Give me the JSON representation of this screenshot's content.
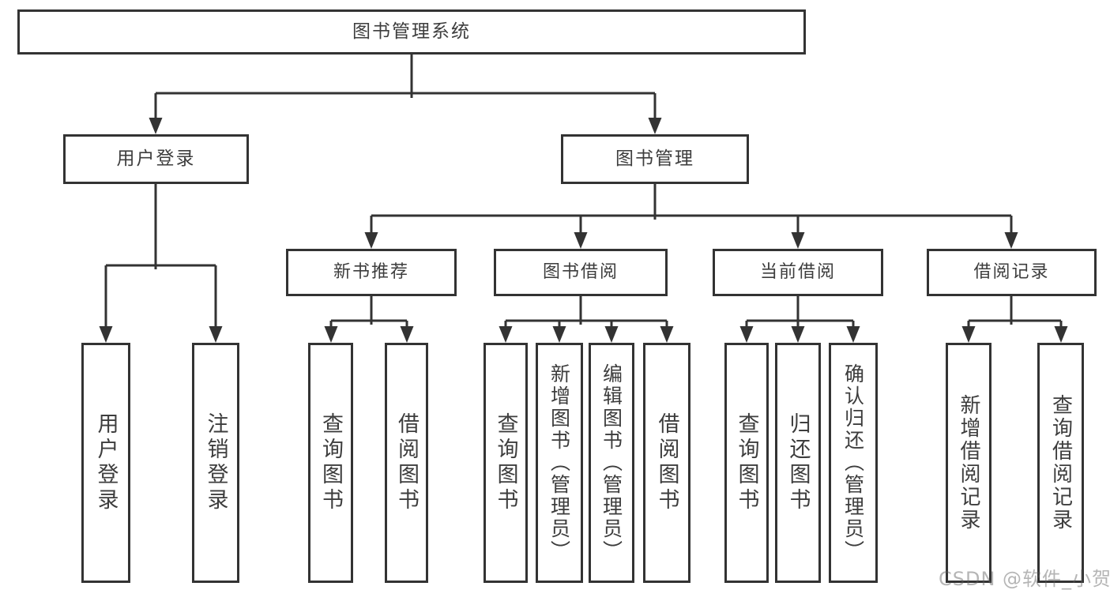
{
  "tree": {
    "root": "图书管理系统",
    "user_login_branch": {
      "label": "用户登录",
      "children": [
        "用户登录",
        "注销登录"
      ]
    },
    "book_mgmt_branch": {
      "label": "图书管理",
      "groups": [
        {
          "label": "新书推荐",
          "children": [
            "查询图书",
            "借阅图书"
          ]
        },
        {
          "label": "图书借阅",
          "children": [
            "查询图书",
            "新增图书（管理员）",
            "编辑图书（管理员）",
            "借阅图书"
          ]
        },
        {
          "label": "当前借阅",
          "children": [
            "查询图书",
            "归还图书",
            "确认归还（管理员）"
          ]
        },
        {
          "label": "借阅记录",
          "children": [
            "新增借阅记录",
            "查询借阅记录"
          ]
        }
      ]
    }
  },
  "watermark": "CSDN @软件_小贺同学"
}
